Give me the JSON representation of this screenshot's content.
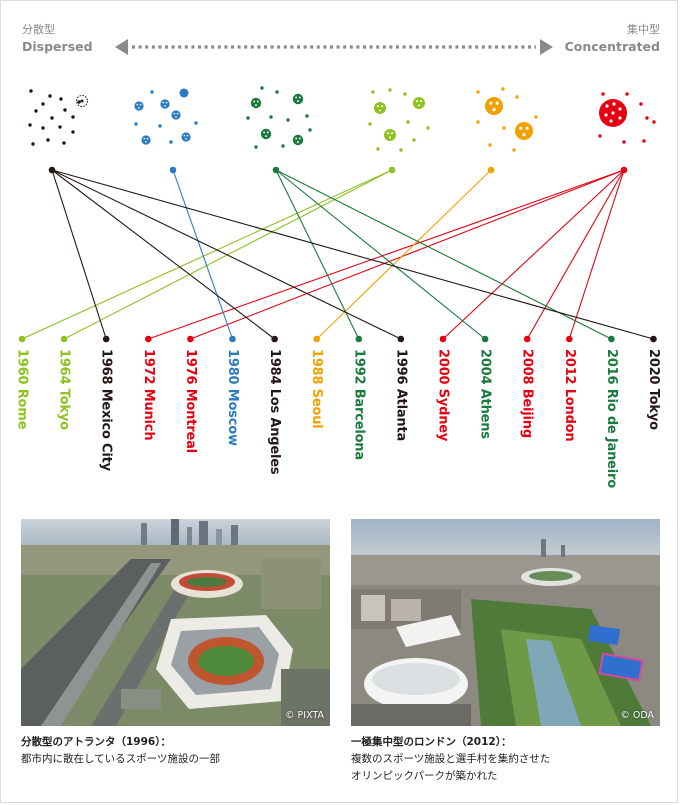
{
  "header": {
    "left_jp": "分散型",
    "left_en": "Dispersed",
    "right_jp": "集中型",
    "right_en": "Concentrated"
  },
  "colors": {
    "black": "#231815",
    "blue": "#2a7bc1",
    "green": "#1a7a3c",
    "lime": "#8dc21f",
    "orange": "#f3a100",
    "red": "#e60012",
    "gray": "#8a8a8a"
  },
  "patterns": [
    {
      "id": "p1",
      "color": "black"
    },
    {
      "id": "p2",
      "color": "blue"
    },
    {
      "id": "p3",
      "color": "green"
    },
    {
      "id": "p4",
      "color": "lime"
    },
    {
      "id": "p5",
      "color": "orange"
    },
    {
      "id": "p6",
      "color": "red"
    }
  ],
  "cities": [
    {
      "label": "1960 Rome",
      "color": "lime",
      "pattern": "p4"
    },
    {
      "label": "1964 Tokyo",
      "color": "lime",
      "pattern": "p4"
    },
    {
      "label": "1968 Mexico City",
      "color": "black",
      "pattern": "p1"
    },
    {
      "label": "1972 Munich",
      "color": "red",
      "pattern": "p6"
    },
    {
      "label": "1976 Montreal",
      "color": "red",
      "pattern": "p6"
    },
    {
      "label": "1980 Moscow",
      "color": "blue",
      "pattern": "p2"
    },
    {
      "label": "1984 Los Angeles",
      "color": "black",
      "pattern": "p1"
    },
    {
      "label": "1988 Seoul",
      "color": "orange",
      "pattern": "p5"
    },
    {
      "label": "1992 Barcelona",
      "color": "green",
      "pattern": "p3"
    },
    {
      "label": "1996 Atlanta",
      "color": "black",
      "pattern": "p1"
    },
    {
      "label": "2000 Sydney",
      "color": "red",
      "pattern": "p6"
    },
    {
      "label": "2004 Athens",
      "color": "green",
      "pattern": "p3"
    },
    {
      "label": "2008 Beijing",
      "color": "red",
      "pattern": "p6"
    },
    {
      "label": "2012 London",
      "color": "red",
      "pattern": "p6"
    },
    {
      "label": "2016 Rio de Janeiro",
      "color": "green",
      "pattern": "p3"
    },
    {
      "label": "2020 Tokyo",
      "color": "black",
      "pattern": "p1"
    }
  ],
  "photos": [
    {
      "credit": "© PIXTA"
    },
    {
      "credit": "© ODA"
    }
  ],
  "captions": [
    {
      "title": "分散型のアトランタ（1996）：",
      "line1": "都市内に散在しているスポーツ施設の一部",
      "line2": ""
    },
    {
      "title": "一極集中型のロンドン（2012）：",
      "line1": "複数のスポーツ施設と選手村を集約させた",
      "line2": "オリンピックパークが築かれた"
    }
  ]
}
